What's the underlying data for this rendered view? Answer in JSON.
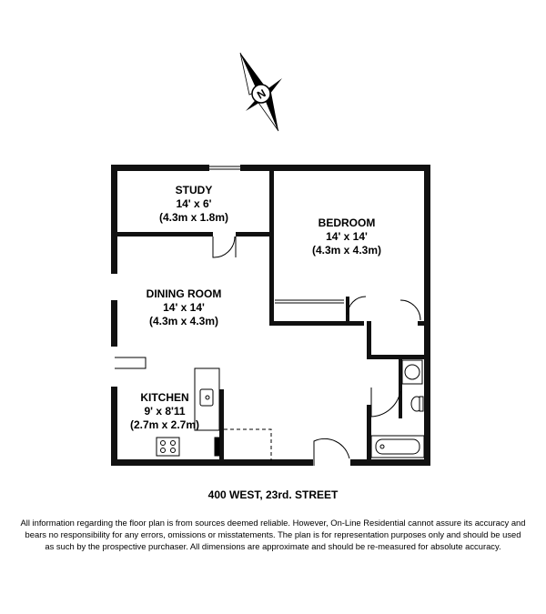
{
  "rooms": {
    "study": {
      "name": "STUDY",
      "size_ft": "14' x 6'",
      "size_m": "(4.3m x 1.8m)"
    },
    "bedroom": {
      "name": "BEDROOM",
      "size_ft": "14' x 14'",
      "size_m": "(4.3m x 4.3m)"
    },
    "dining": {
      "name": "DINING ROOM",
      "size_ft": "14' x 14'",
      "size_m": "(4.3m x 4.3m)"
    },
    "kitchen": {
      "name": "KITCHEN",
      "size_ft": "9' x 8'11",
      "size_m": "(2.7m x 2.7m)"
    }
  },
  "compass": {
    "label": "N",
    "icon": "north-arrow-icon"
  },
  "address": "400 WEST, 23rd. STREET",
  "disclaimer": "All information regarding the floor plan is from sources deemed reliable.  However, On-Line Residential cannot assure its accuracy and bears no responsibility for any errors, omissions or misstatements.  The plan is for representation purposes only and should be used as such by the prospective purchaser.  All dimensions are approximate and should be re-measured for absolute accuracy."
}
